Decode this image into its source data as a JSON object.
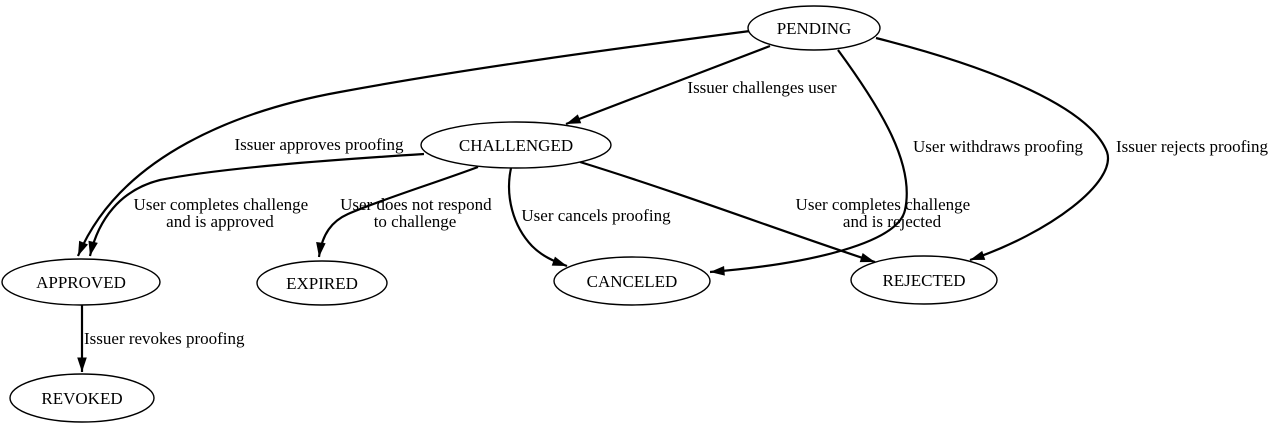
{
  "diagram": {
    "type": "state-machine",
    "colors": {
      "background": "#ffffff",
      "stroke": "#000000",
      "text": "#000000"
    },
    "nodes": {
      "pending": {
        "label": "PENDING"
      },
      "challenged": {
        "label": "CHALLENGED"
      },
      "approved": {
        "label": "APPROVED"
      },
      "expired": {
        "label": "EXPIRED"
      },
      "canceled": {
        "label": "CANCELED"
      },
      "rejected": {
        "label": "REJECTED"
      },
      "revoked": {
        "label": "REVOKED"
      }
    },
    "edges": {
      "pending_challenged": {
        "from": "PENDING",
        "to": "CHALLENGED",
        "label": "Issuer challenges user"
      },
      "pending_approved": {
        "from": "PENDING",
        "to": "APPROVED",
        "label": "Issuer approves proofing"
      },
      "pending_canceled": {
        "from": "PENDING",
        "to": "CANCELED",
        "label": "User withdraws proofing"
      },
      "pending_rejected": {
        "from": "PENDING",
        "to": "REJECTED",
        "label": "Issuer rejects proofing"
      },
      "challenged_approved": {
        "from": "CHALLENGED",
        "to": "APPROVED",
        "label_line1": "User completes challenge",
        "label_line2": "and is approved"
      },
      "challenged_expired": {
        "from": "CHALLENGED",
        "to": "EXPIRED",
        "label_line1": "User does not respond",
        "label_line2": "to challenge"
      },
      "challenged_canceled": {
        "from": "CHALLENGED",
        "to": "CANCELED",
        "label": "User cancels proofing"
      },
      "challenged_rejected": {
        "from": "CHALLENGED",
        "to": "REJECTED",
        "label_line1": "User completes challenge",
        "label_line2": "and is rejected"
      },
      "approved_revoked": {
        "from": "APPROVED",
        "to": "REVOKED",
        "label": "Issuer revokes proofing"
      }
    }
  }
}
